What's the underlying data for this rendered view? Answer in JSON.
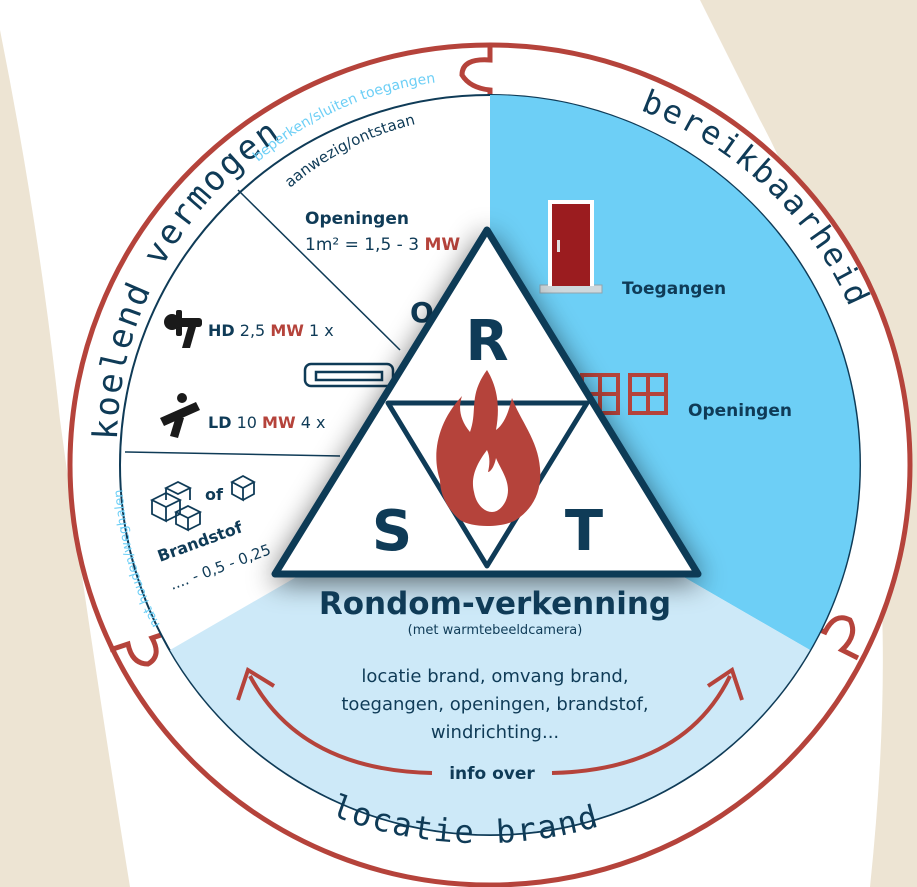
{
  "ring": {
    "left_label": "koelend vermogen",
    "right_label": "bereikbaarheid",
    "bottom_label": "locatie brand",
    "upper_small_label": "beperken/sluiten toegangen",
    "side_small_label": "nat houden/weghalen"
  },
  "left_sector": {
    "aanwezig": "aanwezig/ontstaan",
    "openingen_title": "Openingen",
    "openingen_formula_prefix": "1m² = 1,5 - 3",
    "mw": "MW",
    "partial_o": "O",
    "hd_label": "HD",
    "hd_value": "2,5",
    "hd_count": "1 x",
    "ld_label": "LD",
    "ld_value": "10",
    "ld_count": "4 x",
    "of": "of",
    "brandstof_title": "Brandstof",
    "brandstof_value": ".... - 0,5 - 0,25"
  },
  "right_sector": {
    "toegangen": "Toegangen",
    "openingen": "Openingen"
  },
  "triangle": {
    "r": "R",
    "s": "S",
    "t": "T"
  },
  "bottom_sector": {
    "title": "Rondom-verkenning",
    "subtitle": "(met warmtebeeldcamera)",
    "line1": "locatie brand, omvang brand,",
    "line2": "toegangen, openingen, brandstof,",
    "line3": "windrichting...",
    "info": "info over"
  },
  "colors": {
    "navy": "#0f3b57",
    "red": "#b5433b",
    "blue": "#6dcff6",
    "light_blue": "#cde9f8",
    "beige": "#ede4d3"
  }
}
